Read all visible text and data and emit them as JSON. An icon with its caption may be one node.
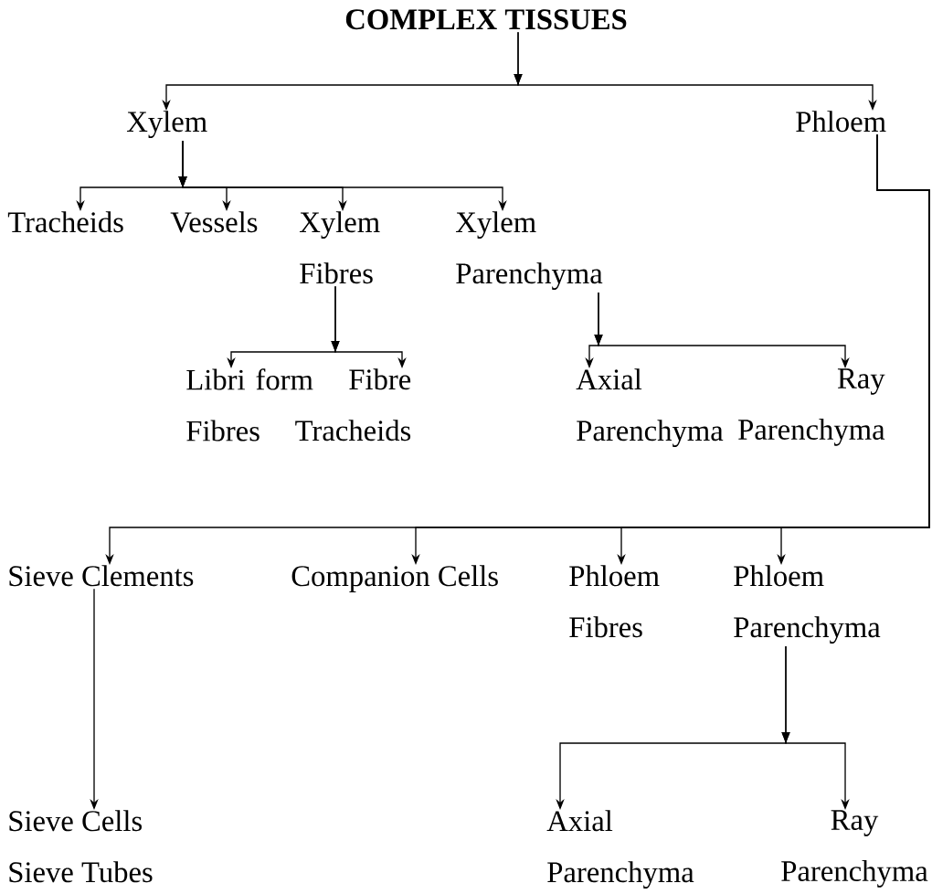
{
  "diagram": {
    "nodes": [
      {
        "text": [
          "COMPLEX TISSUES"
        ]
      },
      {
        "text": [
          "Xylem"
        ]
      },
      {
        "text": [
          "Phloem"
        ]
      },
      {
        "text": [
          "Tracheids"
        ]
      },
      {
        "text": [
          "Vessels"
        ]
      },
      {
        "text": [
          "Xylem Fibres"
        ]
      },
      {
        "text": [
          "Xylem Parenchyma"
        ]
      },
      {
        "text": [
          "Libri form Fibres"
        ]
      },
      {
        "text": [
          "Fibre Tracheids"
        ]
      },
      {
        "text": [
          "Axial Parenchyma"
        ]
      },
      {
        "text": [
          "Ray Parenchyma"
        ]
      },
      {
        "text": [
          "Sieve Clements"
        ]
      },
      {
        "text": [
          "Companion Cells"
        ]
      },
      {
        "text": [
          "Phloem Fibres"
        ]
      },
      {
        "text": [
          "Phloem Parenchyma"
        ]
      },
      {
        "text": [
          "Sieve Cells",
          "Sieve Tubes"
        ]
      },
      {
        "text": [
          "Axial Parenchyma"
        ]
      },
      {
        "text": [
          "Ray Parenchyma"
        ]
      }
    ],
    "edges": [
      {
        "from": 0,
        "to": 1,
        "arrow": "to"
      },
      {
        "from": 0,
        "to": 2,
        "arrow": "to"
      },
      {
        "from": 1,
        "to": 3,
        "arrow": "to"
      },
      {
        "from": 1,
        "to": 4,
        "arrow": "to"
      },
      {
        "from": 1,
        "to": 5,
        "arrow": "to"
      },
      {
        "from": 1,
        "to": 6,
        "arrow": "to"
      },
      {
        "from": 5,
        "to": 7,
        "arrow": "to"
      },
      {
        "from": 5,
        "to": 8,
        "arrow": "to"
      },
      {
        "from": 6,
        "to": 9,
        "arrow": "to"
      },
      {
        "from": 6,
        "to": 10,
        "arrow": "to"
      },
      {
        "from": 2,
        "to": 11,
        "arrow": "to"
      },
      {
        "from": 2,
        "to": 12,
        "arrow": "to"
      },
      {
        "from": 2,
        "to": 13,
        "arrow": "to"
      },
      {
        "from": 2,
        "to": 14,
        "arrow": "to"
      },
      {
        "from": 11,
        "to": 15,
        "arrow": "to"
      },
      {
        "from": 14,
        "to": 16,
        "arrow": "to"
      },
      {
        "from": 14,
        "to": 17,
        "arrow": "to"
      }
    ]
  }
}
